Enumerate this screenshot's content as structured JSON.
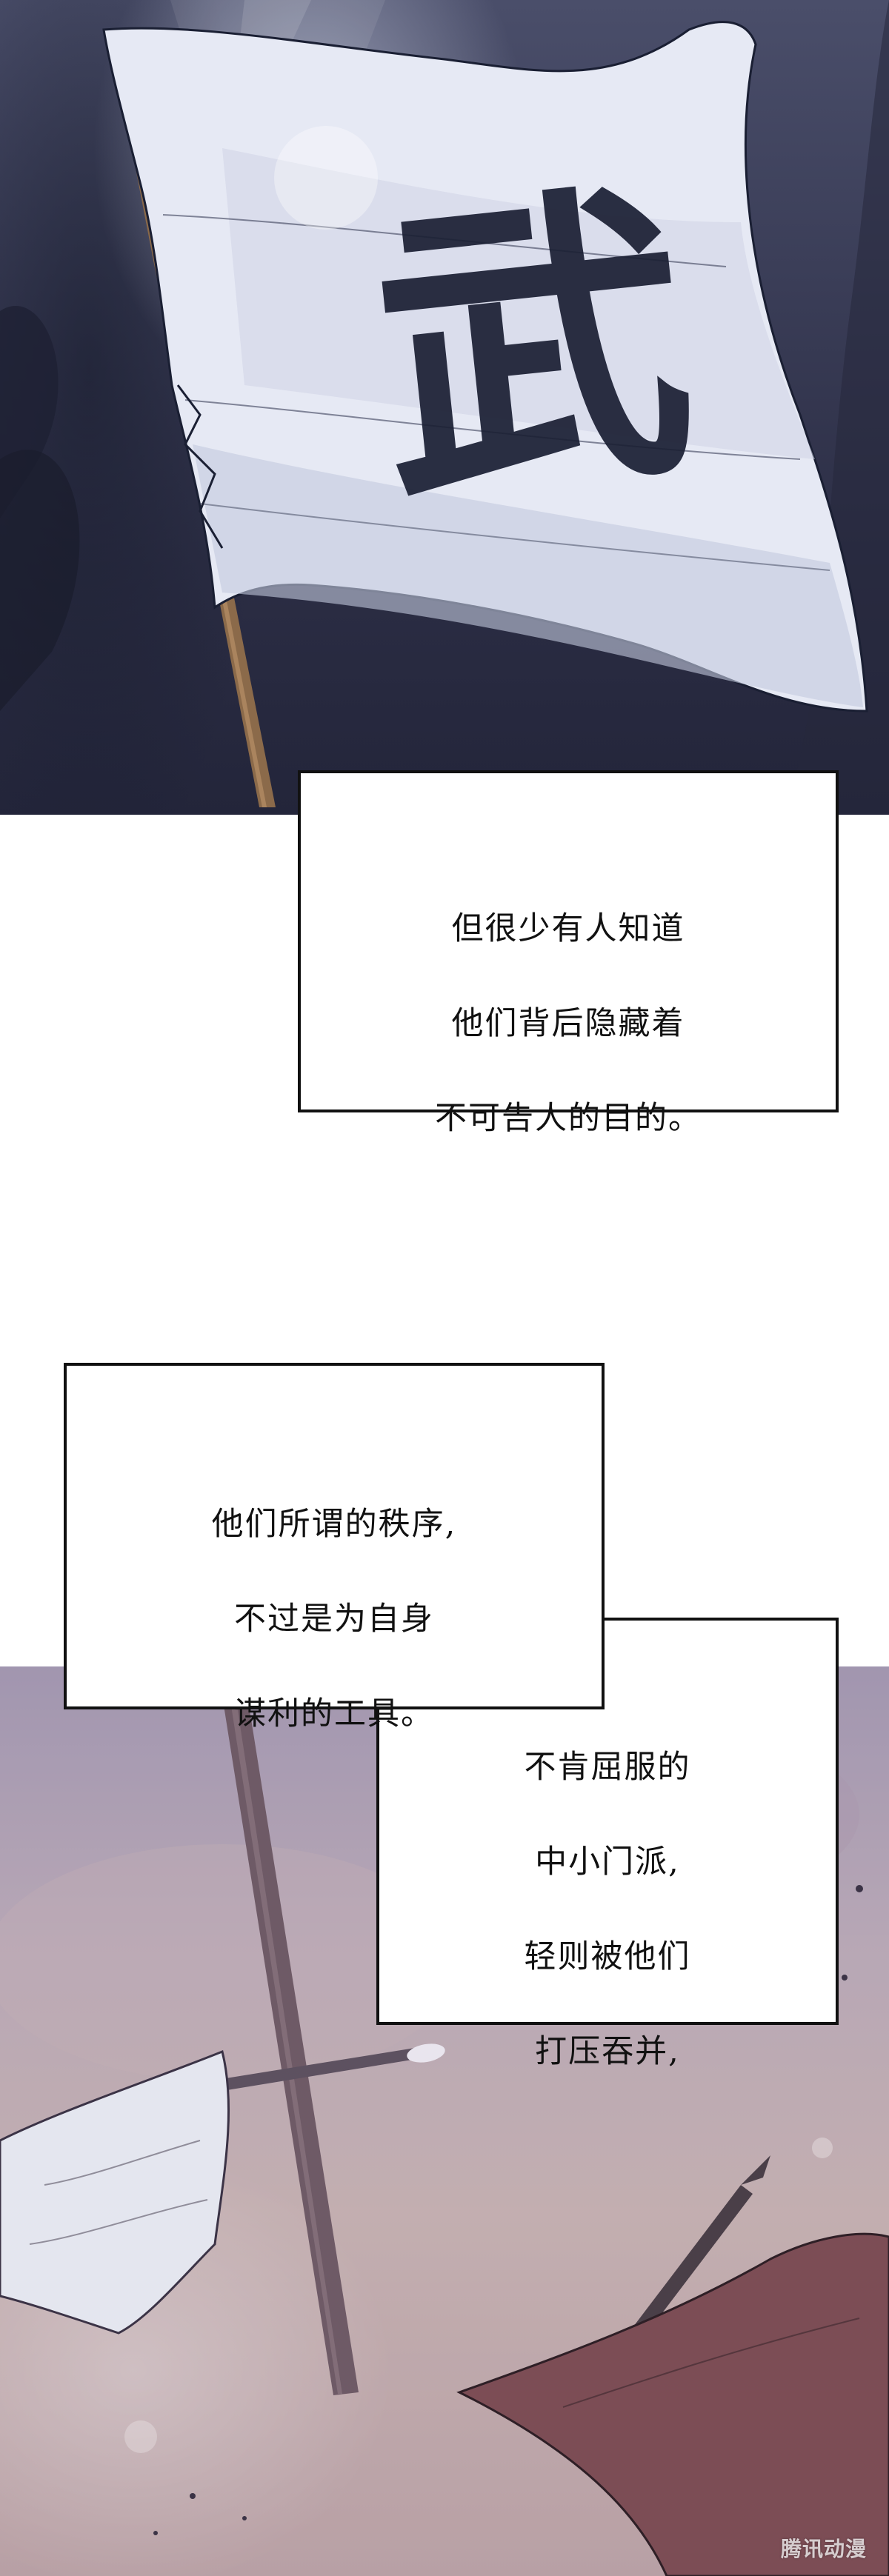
{
  "captions": {
    "first": [
      "但很少有人知道",
      "他们背后隐藏着",
      "不可告人的目的。"
    ],
    "second": [
      "他们所谓的秩序,",
      "不过是为自身",
      "谋利的工具。"
    ],
    "third": [
      "不肯屈服的",
      "中小门派,",
      "轻则被他们",
      "打压吞并,"
    ]
  },
  "scene": {
    "banner_character": "武"
  },
  "watermark": "腾讯动漫",
  "colors": {
    "night_sky": "#2b2d44",
    "banner_cloth": "#e9ecf6",
    "ink": "#1a1f33",
    "ground": "#c7b1ae",
    "caption_border": "#111111"
  }
}
